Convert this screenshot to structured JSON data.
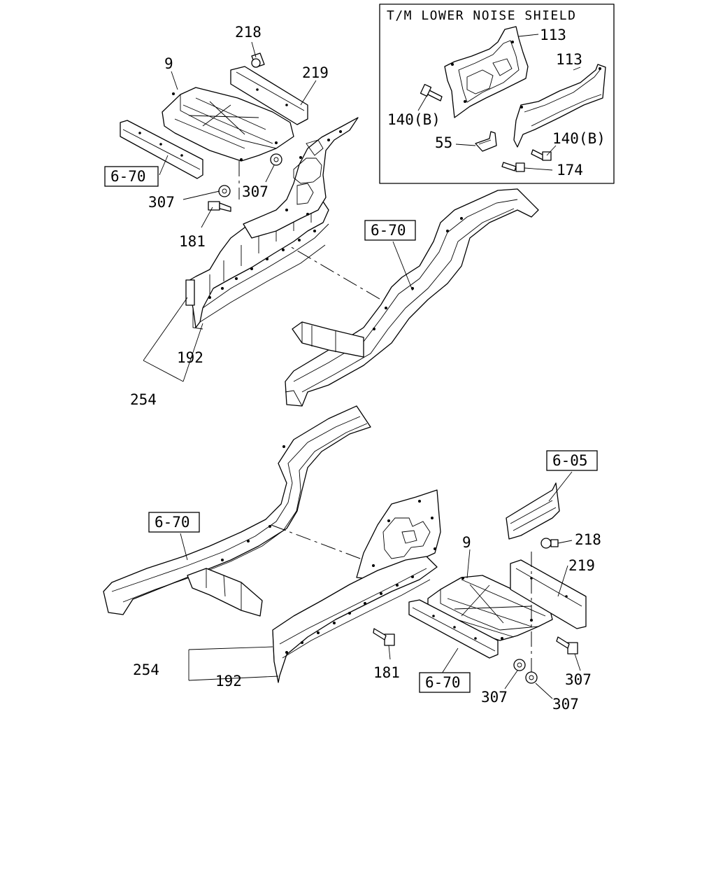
{
  "inset": {
    "title": "T/M LOWER NOISE SHIELD",
    "labels": {
      "p113a": "113",
      "p113b": "113",
      "p140a": "140(B)",
      "p140b": "140(B)",
      "p55": "55",
      "p174": "174"
    }
  },
  "upper": {
    "labels": {
      "p218": "218",
      "p9": "9",
      "p219": "219",
      "ref670a": "6-70",
      "p307a": "307",
      "p307b": "307",
      "p181": "181",
      "ref670b": "6-70",
      "p192": "192",
      "p254": "254"
    }
  },
  "lower": {
    "labels": {
      "ref605": "6-05",
      "ref670a": "6-70",
      "p9": "9",
      "p218": "218",
      "p219": "219",
      "p254": "254",
      "p192": "192",
      "p181": "181",
      "ref670b": "6-70",
      "p307a": "307",
      "p307b": "307",
      "p307c": "307"
    }
  }
}
